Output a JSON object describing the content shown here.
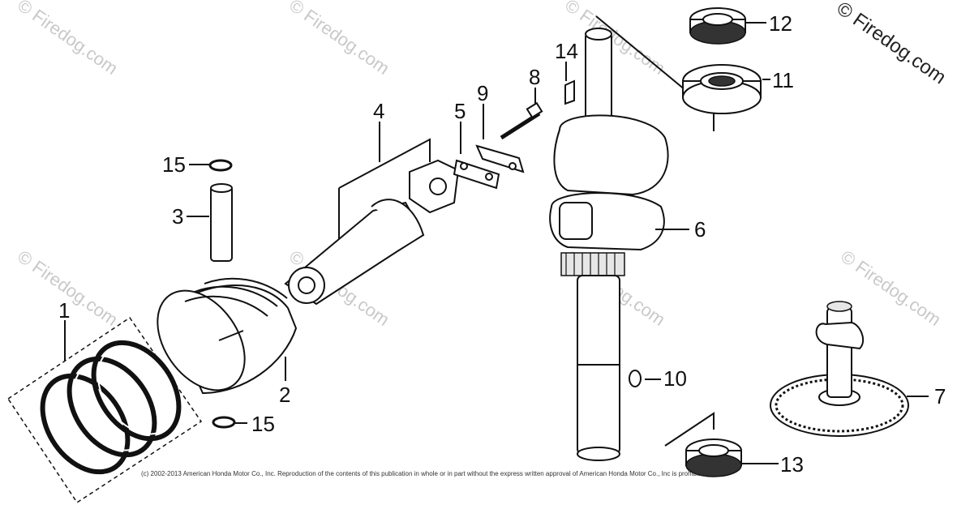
{
  "diagram": {
    "callouts": {
      "c1": "1",
      "c2": "2",
      "c3": "3",
      "c4": "4",
      "c5": "5",
      "c6": "6",
      "c7": "7",
      "c8": "8",
      "c9": "9",
      "c10": "10",
      "c11": "11",
      "c12": "12",
      "c13": "13",
      "c14": "14",
      "c15a": "15",
      "c15b": "15"
    },
    "watermark": "© Firedog.com",
    "copyright": "(c) 2002-2013 American Honda Motor Co., Inc. Reproduction of the contents of this publication in whole or in part without the express written approval of American Honda Motor Co., Inc is prohibited."
  }
}
